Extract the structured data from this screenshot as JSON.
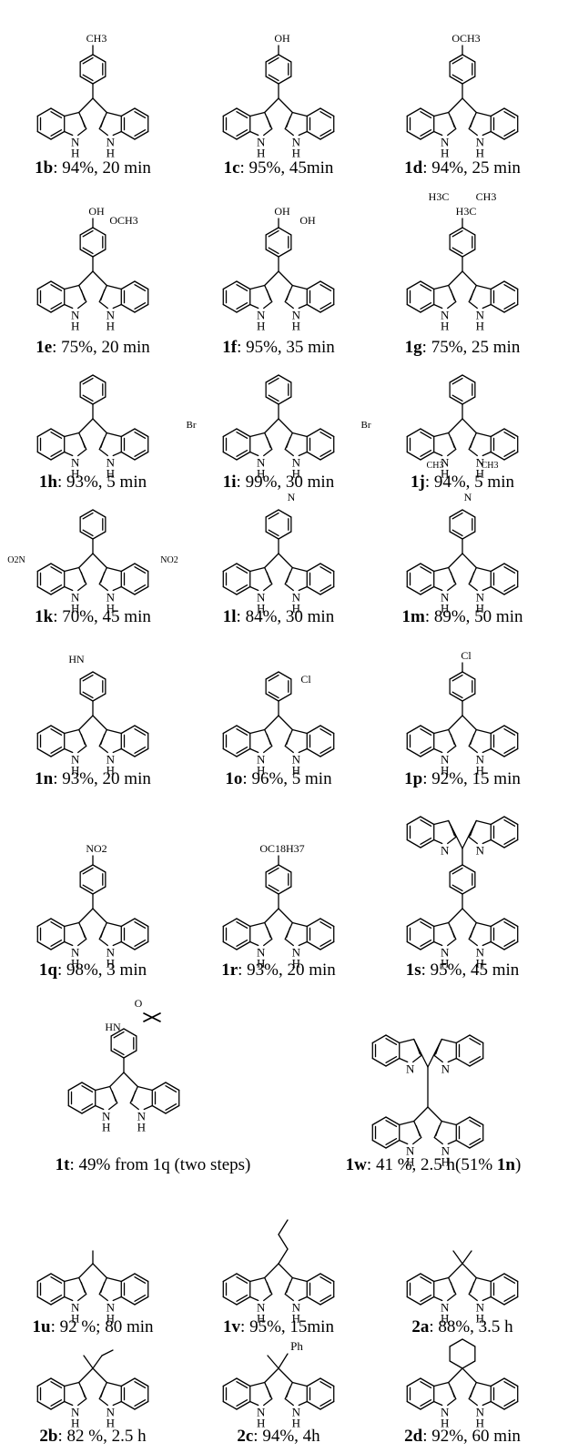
{
  "compounds": [
    {
      "id": "1b",
      "result": "94%, 20 min",
      "substituent": "CH3"
    },
    {
      "id": "1c",
      "result": "95%, 45min",
      "substituent": "OH"
    },
    {
      "id": "1d",
      "result": "94%, 25 min",
      "substituent": "OCH3"
    },
    {
      "id": "1e",
      "result": "75%, 20 min",
      "labels": [
        "OH",
        "OCH3"
      ]
    },
    {
      "id": "1f",
      "result": "95%, 35 min",
      "labels": [
        "OH",
        "OH"
      ]
    },
    {
      "id": "1g",
      "result": "75%, 25 min",
      "labels": [
        "H3C",
        "N",
        "CH3"
      ]
    },
    {
      "id": "1h",
      "result": "93%, 5 min"
    },
    {
      "id": "1i",
      "result": "99%, 30 min",
      "labels": [
        "Br",
        "Br"
      ]
    },
    {
      "id": "1j",
      "result": "94%, 5 min",
      "labels": [
        "CH3",
        "CH3"
      ]
    },
    {
      "id": "1k",
      "result": "70%, 45 min",
      "labels": [
        "O2N",
        "NO2"
      ]
    },
    {
      "id": "1l",
      "result": "84%, 30 min",
      "labels": [
        "N"
      ]
    },
    {
      "id": "1m",
      "result": "89%, 50 min",
      "labels": [
        "N"
      ]
    },
    {
      "id": "1n",
      "result": "93%, 20 min",
      "labels": [
        "HN"
      ]
    },
    {
      "id": "1o",
      "result": "96%, 5 min",
      "labels": [
        "Cl"
      ]
    },
    {
      "id": "1p",
      "result": "92%, 15 min",
      "substituent": "Cl"
    },
    {
      "id": "1q",
      "result": "98%, 3 min",
      "substituent": "NO2"
    },
    {
      "id": "1r",
      "result": "93%, 20 min",
      "substituent": "OC18H37"
    },
    {
      "id": "1s",
      "result": "95%, 45 min"
    },
    {
      "id": "1t",
      "result": "49% from 1q (two steps)",
      "labels": [
        "O",
        "HN"
      ]
    },
    {
      "id": "1w",
      "result": "41 %, 2.5 h(51% ",
      "result_bold": "1n",
      "result_end": ")"
    },
    {
      "id": "1u",
      "result": "92 %; 80 min"
    },
    {
      "id": "1v",
      "result": "95%, 15min"
    },
    {
      "id": "2a",
      "result": "88%, 3.5 h"
    },
    {
      "id": "2b",
      "result": "82 %, 2.5 h"
    },
    {
      "id": "2c",
      "result": "94%, 4h",
      "labels": [
        "Ph"
      ]
    },
    {
      "id": "2d",
      "result": "92%, 60 min"
    }
  ],
  "atom_labels": {
    "nh": "N",
    "h": "H"
  }
}
